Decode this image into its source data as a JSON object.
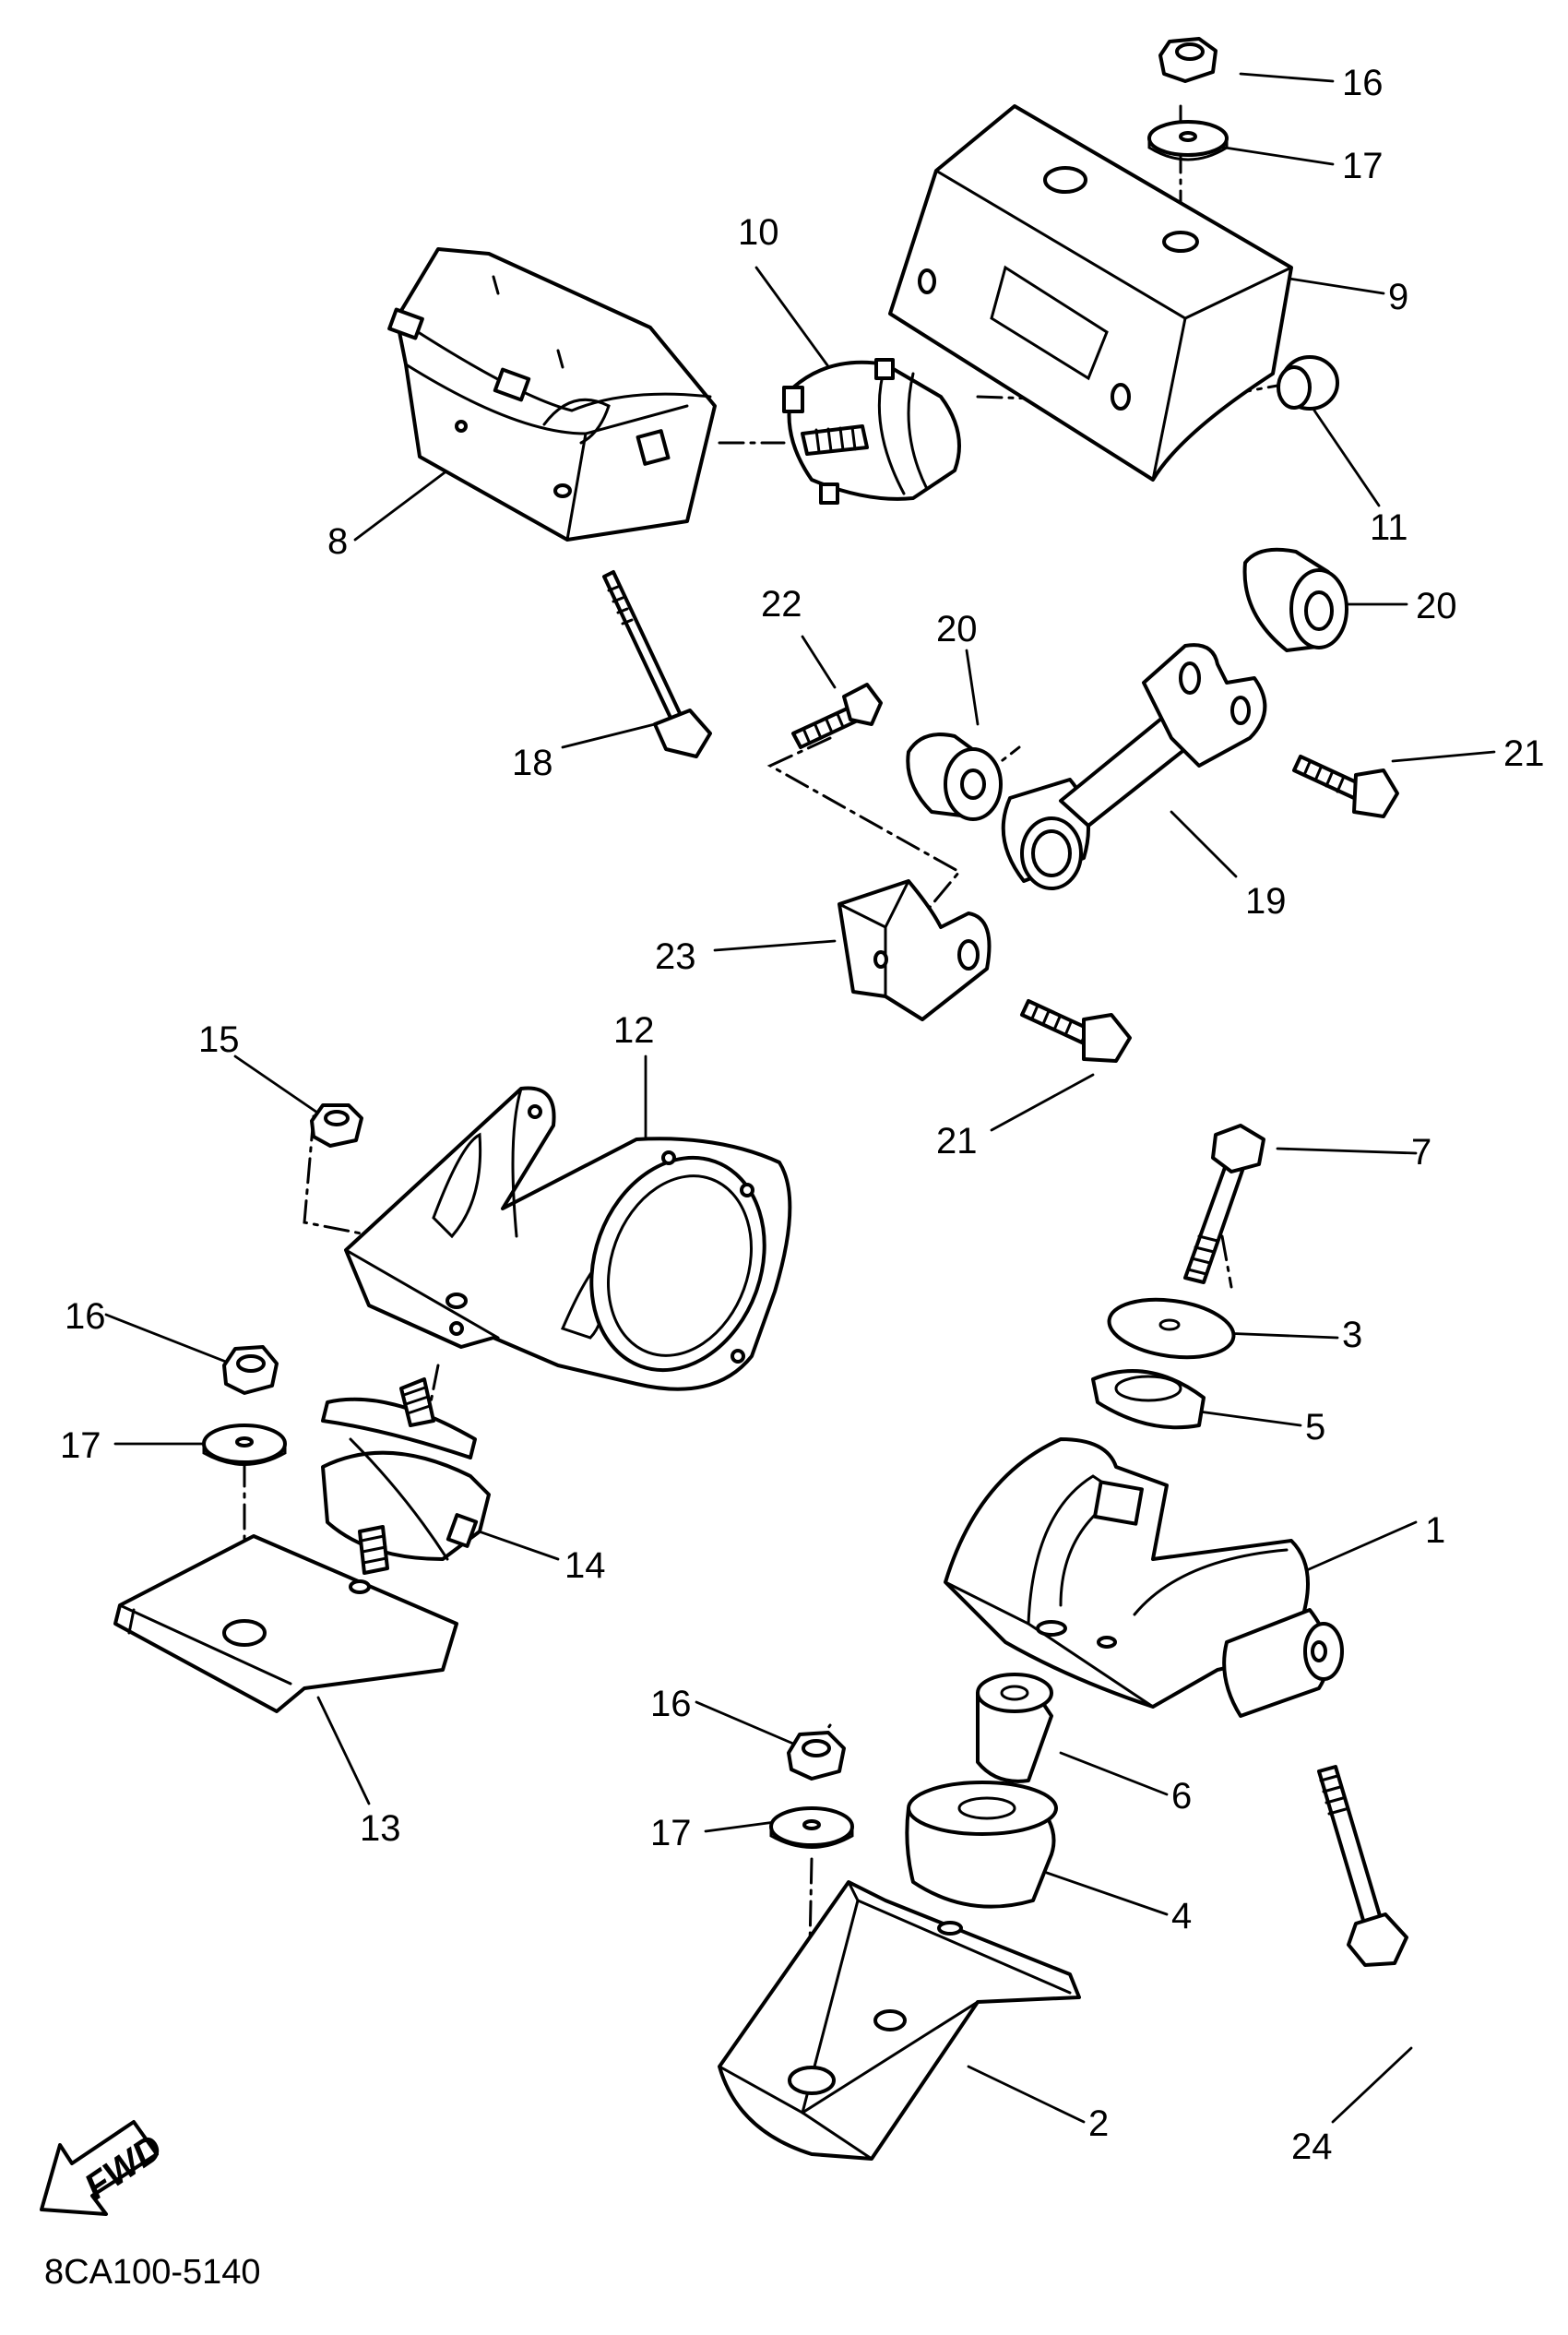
{
  "diagram": {
    "part_code": "8CA100-5140",
    "fwd_label": "FWD",
    "callouts": [
      {
        "id": "c1",
        "text": "1"
      },
      {
        "id": "c2",
        "text": "2"
      },
      {
        "id": "c3",
        "text": "3"
      },
      {
        "id": "c4",
        "text": "4"
      },
      {
        "id": "c5",
        "text": "5"
      },
      {
        "id": "c6",
        "text": "6"
      },
      {
        "id": "c7",
        "text": "7"
      },
      {
        "id": "c8",
        "text": "8"
      },
      {
        "id": "c9",
        "text": "9"
      },
      {
        "id": "c10",
        "text": "10"
      },
      {
        "id": "c11",
        "text": "11"
      },
      {
        "id": "c12",
        "text": "12"
      },
      {
        "id": "c13",
        "text": "13"
      },
      {
        "id": "c14",
        "text": "14"
      },
      {
        "id": "c15",
        "text": "15"
      },
      {
        "id": "c16a",
        "text": "16"
      },
      {
        "id": "c16b",
        "text": "16"
      },
      {
        "id": "c16c",
        "text": "16"
      },
      {
        "id": "c17a",
        "text": "17"
      },
      {
        "id": "c17b",
        "text": "17"
      },
      {
        "id": "c17c",
        "text": "17"
      },
      {
        "id": "c18",
        "text": "18"
      },
      {
        "id": "c19",
        "text": "19"
      },
      {
        "id": "c20a",
        "text": "20"
      },
      {
        "id": "c20b",
        "text": "20"
      },
      {
        "id": "c21a",
        "text": "21"
      },
      {
        "id": "c21b",
        "text": "21"
      },
      {
        "id": "c22",
        "text": "22"
      },
      {
        "id": "c23",
        "text": "23"
      },
      {
        "id": "c24",
        "text": "24"
      }
    ]
  }
}
